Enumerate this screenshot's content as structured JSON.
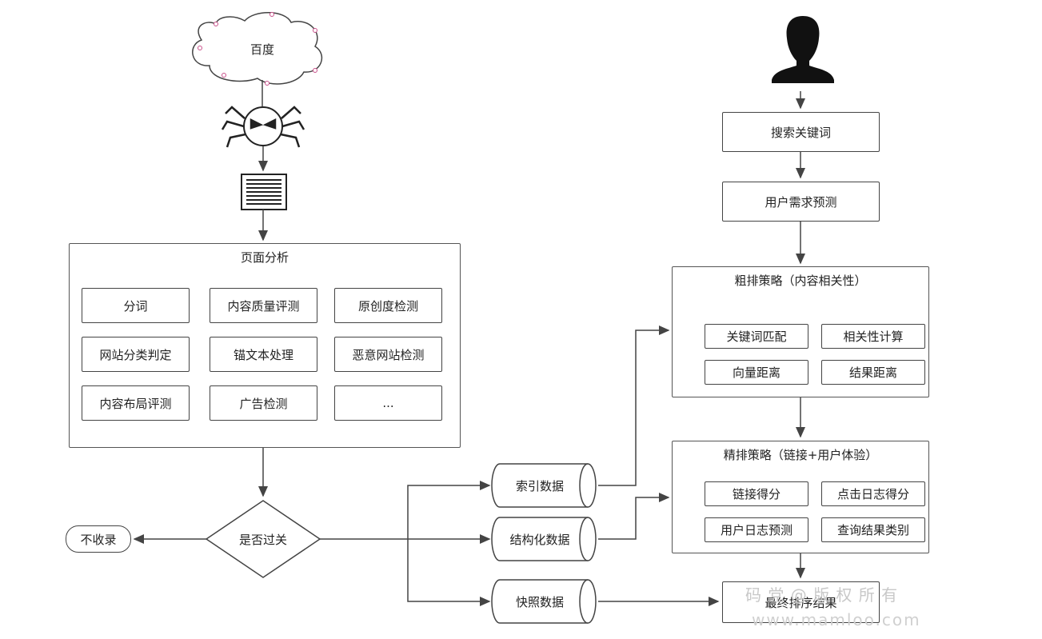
{
  "left": {
    "cloud_label": "百度",
    "page_analysis": {
      "title": "页面分析",
      "cells": [
        "分词",
        "内容质量评测",
        "原创度检测",
        "网站分类判定",
        "锚文本处理",
        "恶意网站检测",
        "内容布局评测",
        "广告检测",
        "..."
      ]
    },
    "decision": "是否过关",
    "reject": "不收录"
  },
  "databases": [
    "索引数据",
    "结构化数据",
    "快照数据"
  ],
  "right": {
    "search_keyword": "搜索关键词",
    "user_need": "用户需求预测",
    "coarse": {
      "title": "粗排策略（内容相关性）",
      "cells": [
        "关键词匹配",
        "相关性计算",
        "向量距离",
        "结果距离"
      ]
    },
    "fine": {
      "title": "精排策略（链接+用户体验）",
      "cells": [
        "链接得分",
        "点击日志得分",
        "用户日志预测",
        "查询结果类别"
      ]
    },
    "final": "最终排序结果"
  },
  "watermark": {
    "line1": "码 党 @ 版 权 所 有",
    "line2": "www.mamloo.com"
  },
  "colors": {
    "stroke": "#444444",
    "cloud_node": "#c94f8a",
    "watermark": "#c8c8c8"
  },
  "icons": [
    "cloud-icon",
    "spider-icon",
    "document-icon",
    "user-icon",
    "database-icon"
  ]
}
